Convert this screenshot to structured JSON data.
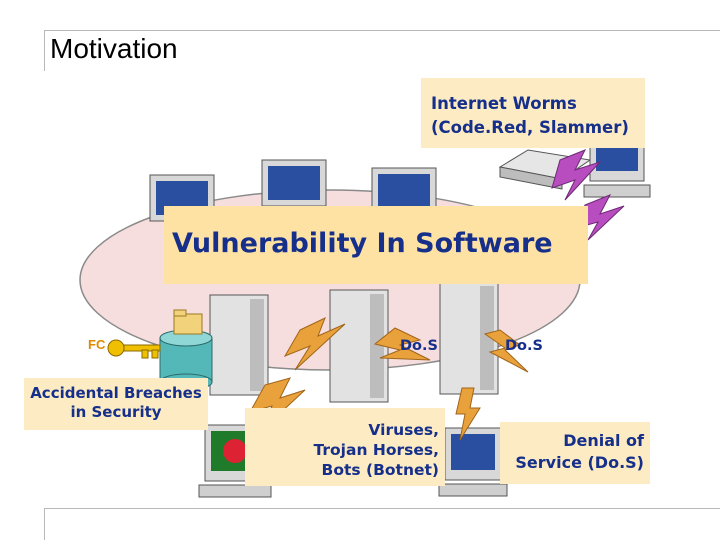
{
  "title": "Motivation",
  "labels": {
    "internet_worms_line1": "Internet Worms",
    "internet_worms_line2": "(Code.Red, Slammer)",
    "vulnerability": "Vulnerability In Software",
    "accidental_line1": "Accidental Breaches",
    "accidental_line2": "in Security",
    "viruses_line1": "Viruses,",
    "viruses_line2": "Trojan Horses,",
    "viruses_line3": "Bots (Botnet)",
    "dos_left": "Do.S",
    "dos_right": "Do.S",
    "denial_line1": "Denial of",
    "denial_line2": "Service (Do.S)",
    "fc": "FC"
  },
  "colors": {
    "label_text": "#152f8a",
    "label_bg": "#fdecc3",
    "network_fill": "#f7dede",
    "lightning": "#e8a13b",
    "lightning_purple": "#b84dc0"
  }
}
